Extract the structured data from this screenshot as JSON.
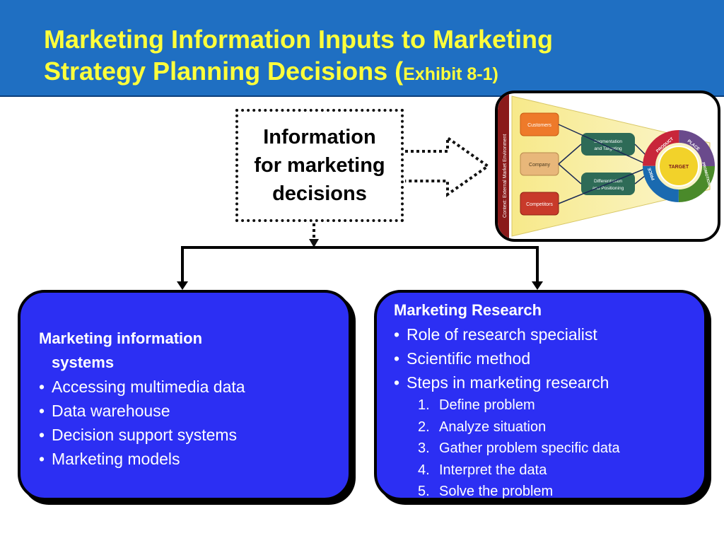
{
  "title": {
    "line1": "Marketing Information Inputs to Marketing",
    "line2": "Strategy Planning Decisions (",
    "exhibit": "Exhibit 8-1)"
  },
  "info_box": {
    "line1": "Information",
    "line2": "for marketing",
    "line3": "decisions"
  },
  "thumbnail": {
    "side_label": "Context: External Market Environment",
    "inputs": [
      "Customers",
      "Company",
      "Competitors"
    ],
    "steps": [
      "Segmentation",
      "and Targeting",
      "Differentiation",
      "and Positioning"
    ],
    "target": "TARGET",
    "ring": [
      "PRODUCT",
      "PLACE",
      "PROMOTION",
      "PRICE"
    ]
  },
  "left_panel": {
    "heading_line1": "Marketing information",
    "heading_line2": "systems",
    "bullets": [
      "Accessing multimedia data",
      "Data warehouse",
      "Decision support systems",
      "Marketing models"
    ]
  },
  "right_panel": {
    "heading": "Marketing Research",
    "bullets": [
      "Role of research specialist",
      "Scientific method",
      "Steps in marketing research"
    ],
    "steps": [
      "Define problem",
      "Analyze situation",
      "Gather problem specific data",
      "Interpret the data",
      "Solve the problem"
    ]
  },
  "colors": {
    "title_bg": "#1f6fc2",
    "title_text": "#ffff3b",
    "panel_bg": "#2c2ff3"
  }
}
